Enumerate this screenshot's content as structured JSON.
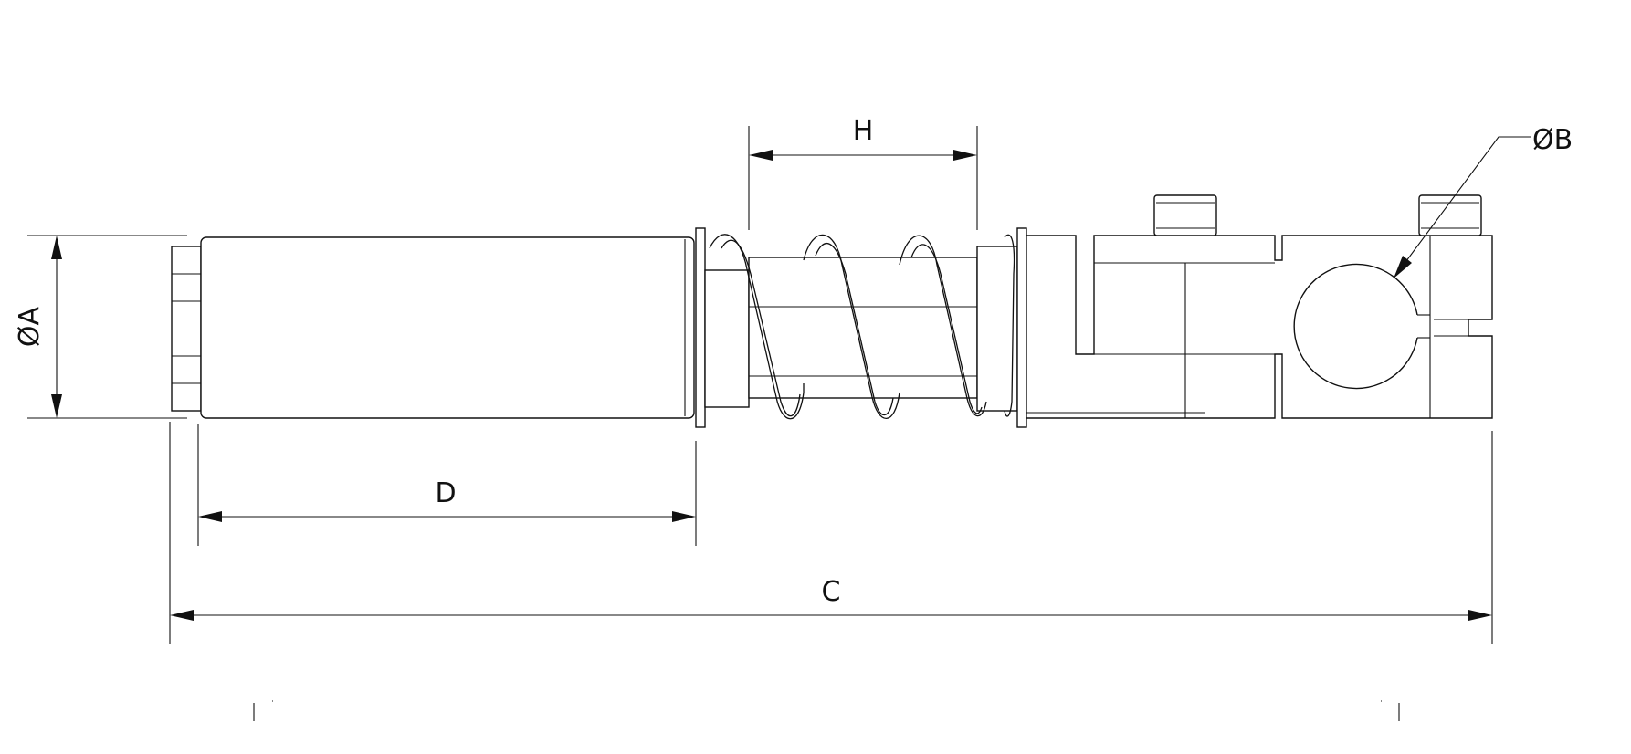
{
  "dimensions": {
    "diameter_a": "ØA",
    "diameter_b": "ØB",
    "length_c": "C",
    "length_d": "D",
    "length_h": "H"
  },
  "colors": {
    "line": "#111111",
    "background": "#ffffff"
  }
}
